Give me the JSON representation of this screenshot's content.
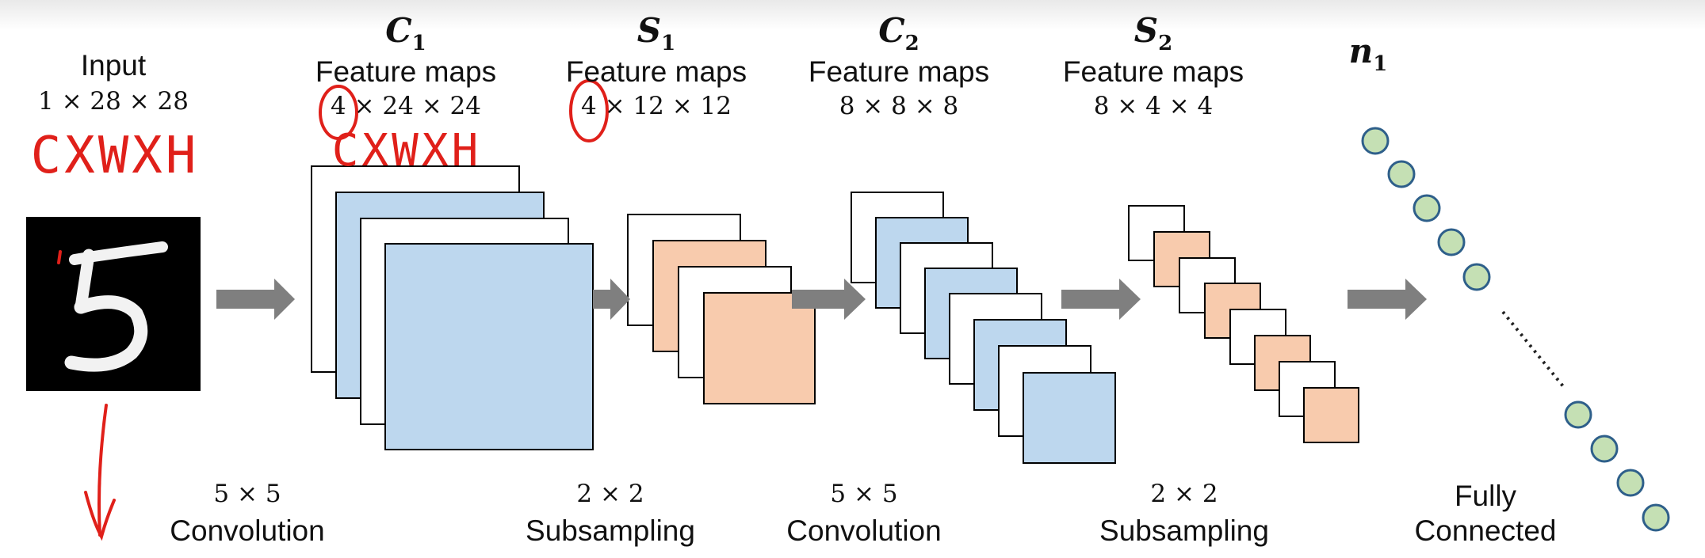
{
  "input": {
    "title": "Input",
    "dims": "1 × 28 × 28",
    "annotation": "CXWXH"
  },
  "c1": {
    "name": "C",
    "sub": "1",
    "label": "Feature maps",
    "dims": "4 × 24 × 24",
    "annotation": "CXWXH"
  },
  "s1": {
    "name": "S",
    "sub": "1",
    "label": "Feature maps",
    "dims": "4 × 12 × 12"
  },
  "c2": {
    "name": "C",
    "sub": "2",
    "label": "Feature maps",
    "dims": "8 × 8 × 8"
  },
  "s2": {
    "name": "S",
    "sub": "2",
    "label": "Feature maps",
    "dims": "8 × 4 × 4"
  },
  "n1": {
    "name": "n",
    "sub": "1"
  },
  "ops": {
    "conv1": {
      "size": "5 × 5",
      "name": "Convolution"
    },
    "sub1": {
      "size": "2 × 2",
      "name": "Subsampling"
    },
    "conv2": {
      "size": "5 × 5",
      "name": "Convolution"
    },
    "sub2": {
      "size": "2 × 2",
      "name": "Subsampling"
    },
    "fc": {
      "line1": "Fully",
      "line2": "Connected"
    }
  },
  "colors": {
    "blue_map": "#bdd7ee",
    "orange_map": "#f8cbad",
    "arrow": "#7f7f7f",
    "node_fill": "#c5e0b4",
    "node_stroke": "#2e5f8a",
    "ink_red": "#e0201a"
  },
  "icons": {
    "input_image": "handwritten-digit-five"
  }
}
